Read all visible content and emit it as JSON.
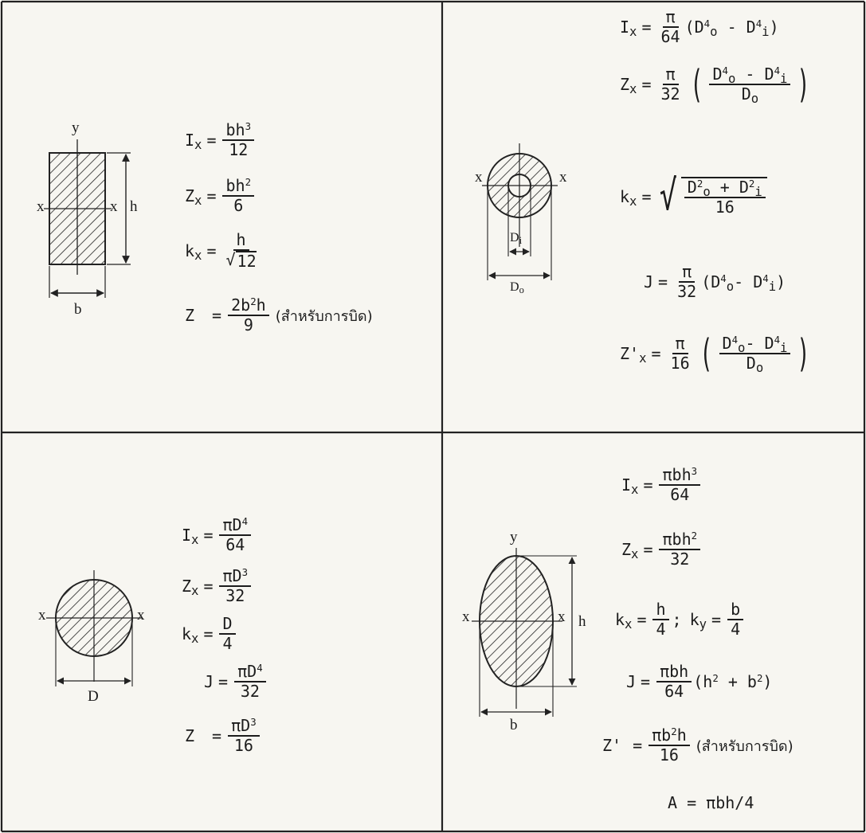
{
  "q1": {
    "labels": {
      "y": "y",
      "x_left": "x",
      "x_right": "x",
      "h": "h",
      "b": "b"
    },
    "ix": {
      "lhs": "I",
      "sub": "x",
      "num": "bh",
      "num_sup": "3",
      "den": "12"
    },
    "zx": {
      "lhs": "Z",
      "sub": "x",
      "num": "bh",
      "num_sup": "2",
      "den": "6"
    },
    "kx": {
      "lhs": "k",
      "sub": "x",
      "num": "h",
      "den": "12"
    },
    "z": {
      "lhs": "Z",
      "num_a": "2b",
      "num_sup": "2",
      "num_b": "h",
      "den": "9",
      "note": "(สำหรับการบิด)"
    }
  },
  "q2": {
    "labels": {
      "x_left": "x",
      "x_right": "x",
      "di": "D",
      "di_sub": "i",
      "do": "D",
      "do_sub": "o"
    },
    "ix": {
      "lhs": "I",
      "sub": "x",
      "num": "π",
      "den": "64"
    },
    "zx": {
      "lhs": "Z",
      "sub": "x",
      "num": "π",
      "den": "32"
    },
    "kx": {
      "lhs": "k",
      "sub": "x",
      "den": "16"
    },
    "j": {
      "lhs": "J",
      "num": "π",
      "den": "32"
    },
    "zpx": {
      "lhs": "Z'",
      "sub": "x",
      "num": "π",
      "den": "16"
    },
    "D": "D",
    "o": "o",
    "i": "i",
    "four": "4",
    "two": "2"
  },
  "q3": {
    "labels": {
      "x_left": "x",
      "x_right": "x",
      "d": "D"
    },
    "ix": {
      "lhs": "I",
      "sub": "x",
      "num": "πD",
      "num_sup": "4",
      "den": "64"
    },
    "zx": {
      "lhs": "Z",
      "sub": "x",
      "num": "πD",
      "num_sup": "3",
      "den": "32"
    },
    "kx": {
      "lhs": "k",
      "sub": "x",
      "num": "D",
      "den": "4"
    },
    "j": {
      "lhs": "J",
      "num": "πD",
      "num_sup": "4",
      "den": "32"
    },
    "z": {
      "lhs": "Z",
      "num": "πD",
      "num_sup": "3",
      "den": "16"
    }
  },
  "q4": {
    "labels": {
      "y": "y",
      "x_left": "x",
      "x_right": "x",
      "h": "h",
      "b": "b"
    },
    "ix": {
      "lhs": "I",
      "sub": "x",
      "num": "πbh",
      "num_sup": "3",
      "den": "64"
    },
    "zx": {
      "lhs": "Z",
      "sub": "x",
      "num": "πbh",
      "num_sup": "2",
      "den": "32"
    },
    "kxy": {
      "lhs1": "k",
      "sub1": "x",
      "num1": "h",
      "den1": "4",
      "sep": ";",
      "lhs2": "k",
      "sub2": "y",
      "num2": "b",
      "den2": "4"
    },
    "j": {
      "lhs": "J",
      "num": "πbh",
      "den": "64",
      "tail_a": "(h",
      "tail_sup1": "2",
      "tail_b": " + b",
      "tail_sup2": "2",
      "tail_c": ")"
    },
    "zp": {
      "lhs": "Z'",
      "num_a": "πb",
      "num_sup": "2",
      "num_b": "h",
      "den": "16",
      "note": "(สำหรับการบิด)"
    },
    "a": {
      "text": "A = πbh/4"
    }
  }
}
